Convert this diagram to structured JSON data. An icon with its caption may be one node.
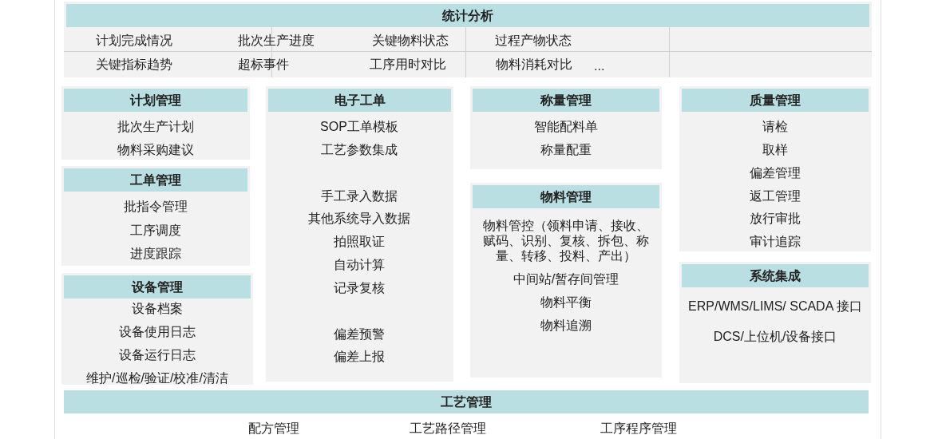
{
  "diagram": {
    "nodes": [
      {
        "text": [
          "统计分析",
          "计划完成情况",
          "批次生产进度",
          "关键物料状态",
          "过程产物状态",
          "关键指标趋势",
          "超标事件",
          "工序用时对比",
          "物料消耗对比",
          "..."
        ]
      },
      {
        "text": [
          "计划管理",
          "批次生产计划",
          "物料采购建议"
        ]
      },
      {
        "text": [
          "电子工单",
          "SOP工单模板",
          "工艺参数集成",
          "手工录入数据",
          "其他系统导入数据",
          "拍照取证",
          "自动计算",
          "记录复核",
          "偏差预警",
          "偏差上报"
        ]
      },
      {
        "text": [
          "称量管理",
          "智能配料单",
          "称量配重"
        ]
      },
      {
        "text": [
          "质量管理",
          "请检",
          "取样",
          "偏差管理",
          "返工管理",
          "放行审批",
          "审计追踪"
        ]
      },
      {
        "text": [
          "工单管理",
          "批指令管理",
          "工序调度",
          "进度跟踪"
        ]
      },
      {
        "text": [
          "物料管理",
          "物料管控（领料申请、接收、赋码、识别、复核、拆包、称量、转移、投料、产出）",
          "中间站/暂存间管理",
          "物料平衡",
          "物料追溯"
        ]
      },
      {
        "text": [
          "系统集成",
          "ERP/WMS/LIMS/ SCADA 接口",
          "DCS/上位机/设备接口"
        ]
      },
      {
        "text": [
          "设备管理",
          "设备档案",
          "设备使用日志",
          "设备运行日志",
          "维护/巡检/验证/校准/清洁"
        ]
      },
      {
        "text": [
          "工艺管理",
          "配方管理",
          "工艺路径管理",
          "工序程序管理"
        ]
      }
    ]
  }
}
